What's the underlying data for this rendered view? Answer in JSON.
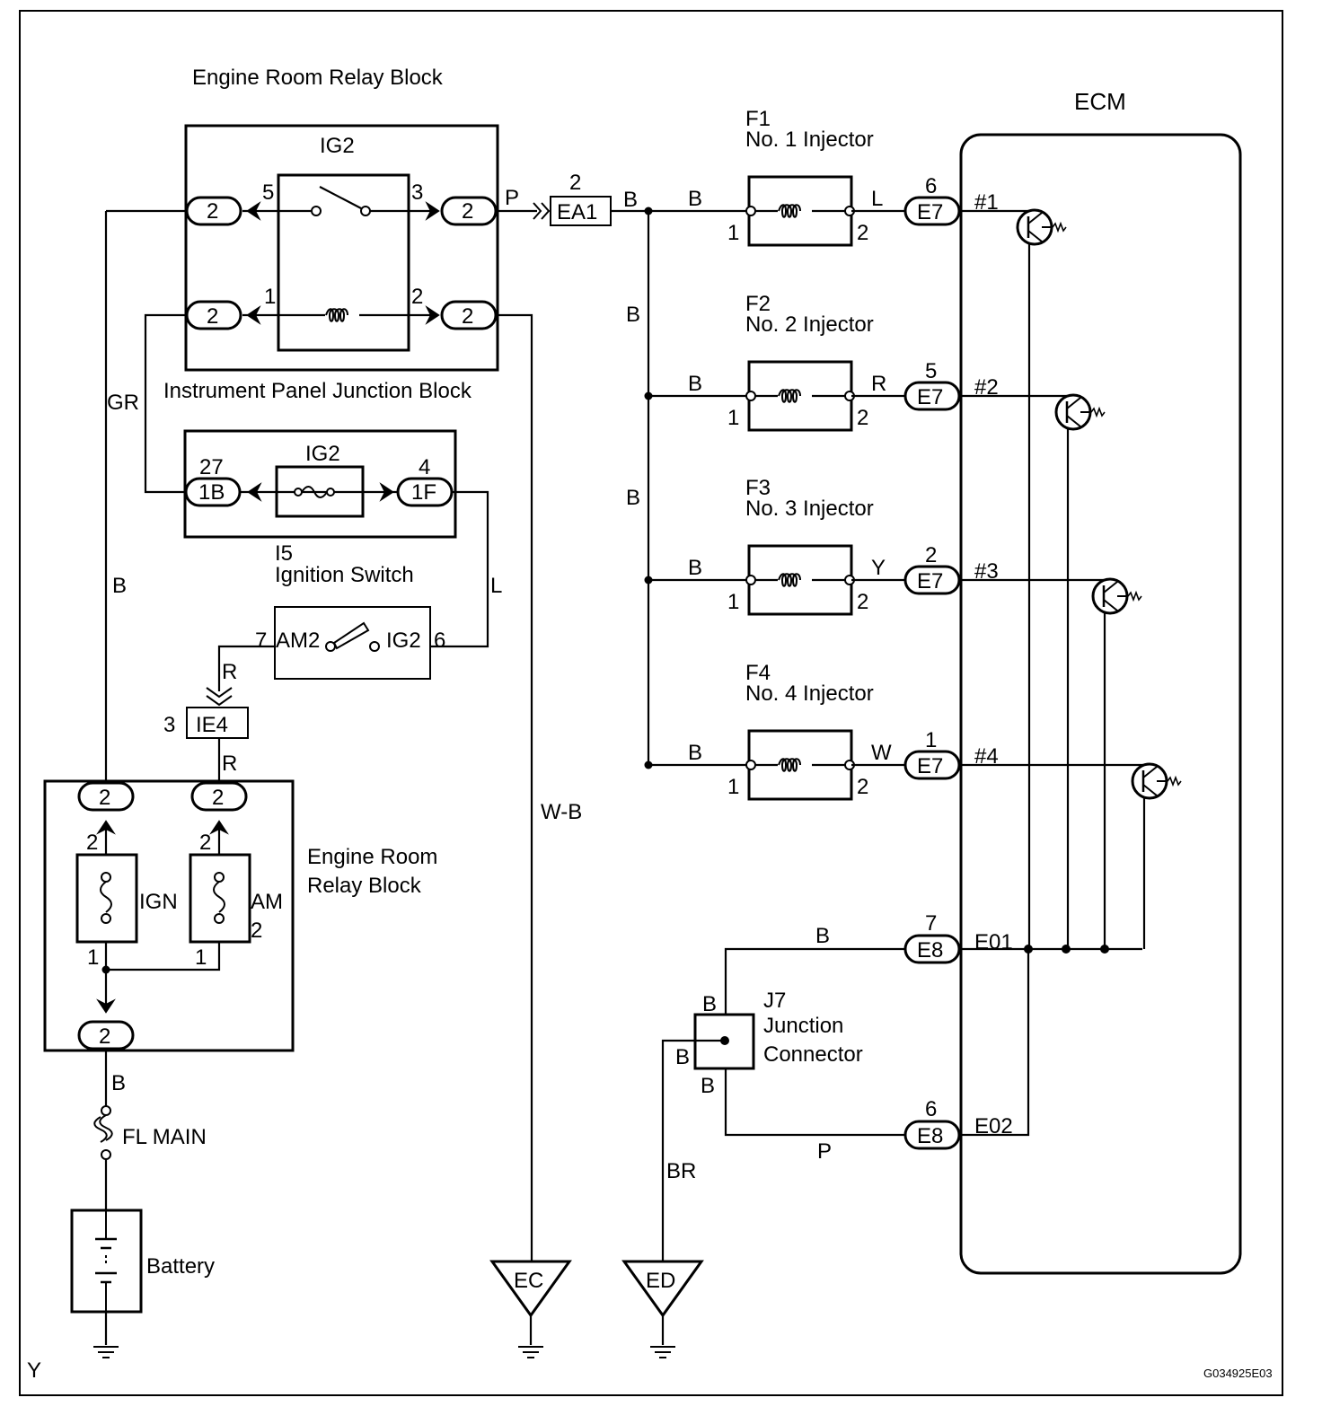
{
  "titles": {
    "er_relay_block_top": "Engine Room Relay Block",
    "ig2_relay": "IG2",
    "ip_junction_block": "Instrument Panel Junction Block",
    "ig2_fuse": "IG2",
    "ignition_switch_id": "I5",
    "ignition_switch": "Ignition Switch",
    "er_relay_block_line1": "Engine Room",
    "er_relay_block_line2": "Relay Block",
    "ecm": "ECM",
    "junction_connector_id": "J7",
    "junction_connector_line1": "Junction",
    "junction_connector_line2": "Connector",
    "battery": "Battery",
    "fl_main": "FL MAIN",
    "fuse_ign": "IGN",
    "fuse_am": "AM",
    "figure_code": "G034925E03",
    "corner_mark": "Y"
  },
  "switch_terminals": {
    "am2": "AM2",
    "ig2": "IG2"
  },
  "connectors": {
    "ea1": "EA1",
    "ie4": "IE4",
    "j1b": "1B",
    "j1f": "1F",
    "e7": "E7",
    "e8": "E8",
    "two": "2"
  },
  "grounds": {
    "ec": "EC",
    "ed": "ED"
  },
  "injectors": [
    {
      "id": "F1",
      "name": "No. 1 Injector",
      "color": "L",
      "pin": "6",
      "signal": "#1"
    },
    {
      "id": "F2",
      "name": "No. 2 Injector",
      "color": "R",
      "pin": "5",
      "signal": "#2"
    },
    {
      "id": "F3",
      "name": "No. 3 Injector",
      "color": "Y",
      "pin": "2",
      "signal": "#3"
    },
    {
      "id": "F4",
      "name": "No. 4 Injector",
      "color": "W",
      "pin": "1",
      "signal": "#4"
    }
  ],
  "ecm_grounds": [
    {
      "pin": "7",
      "signal": "E01",
      "wire": "B"
    },
    {
      "pin": "6",
      "signal": "E02",
      "wire": "P"
    }
  ],
  "wire_colors": {
    "b": "B",
    "gr": "GR",
    "l": "L",
    "r": "R",
    "p": "P",
    "wb": "W-B",
    "br": "BR"
  },
  "pins": {
    "p1": "1",
    "p2": "2",
    "p3": "3",
    "p4": "4",
    "p5": "5",
    "p6": "6",
    "p7": "7",
    "p27": "27"
  }
}
